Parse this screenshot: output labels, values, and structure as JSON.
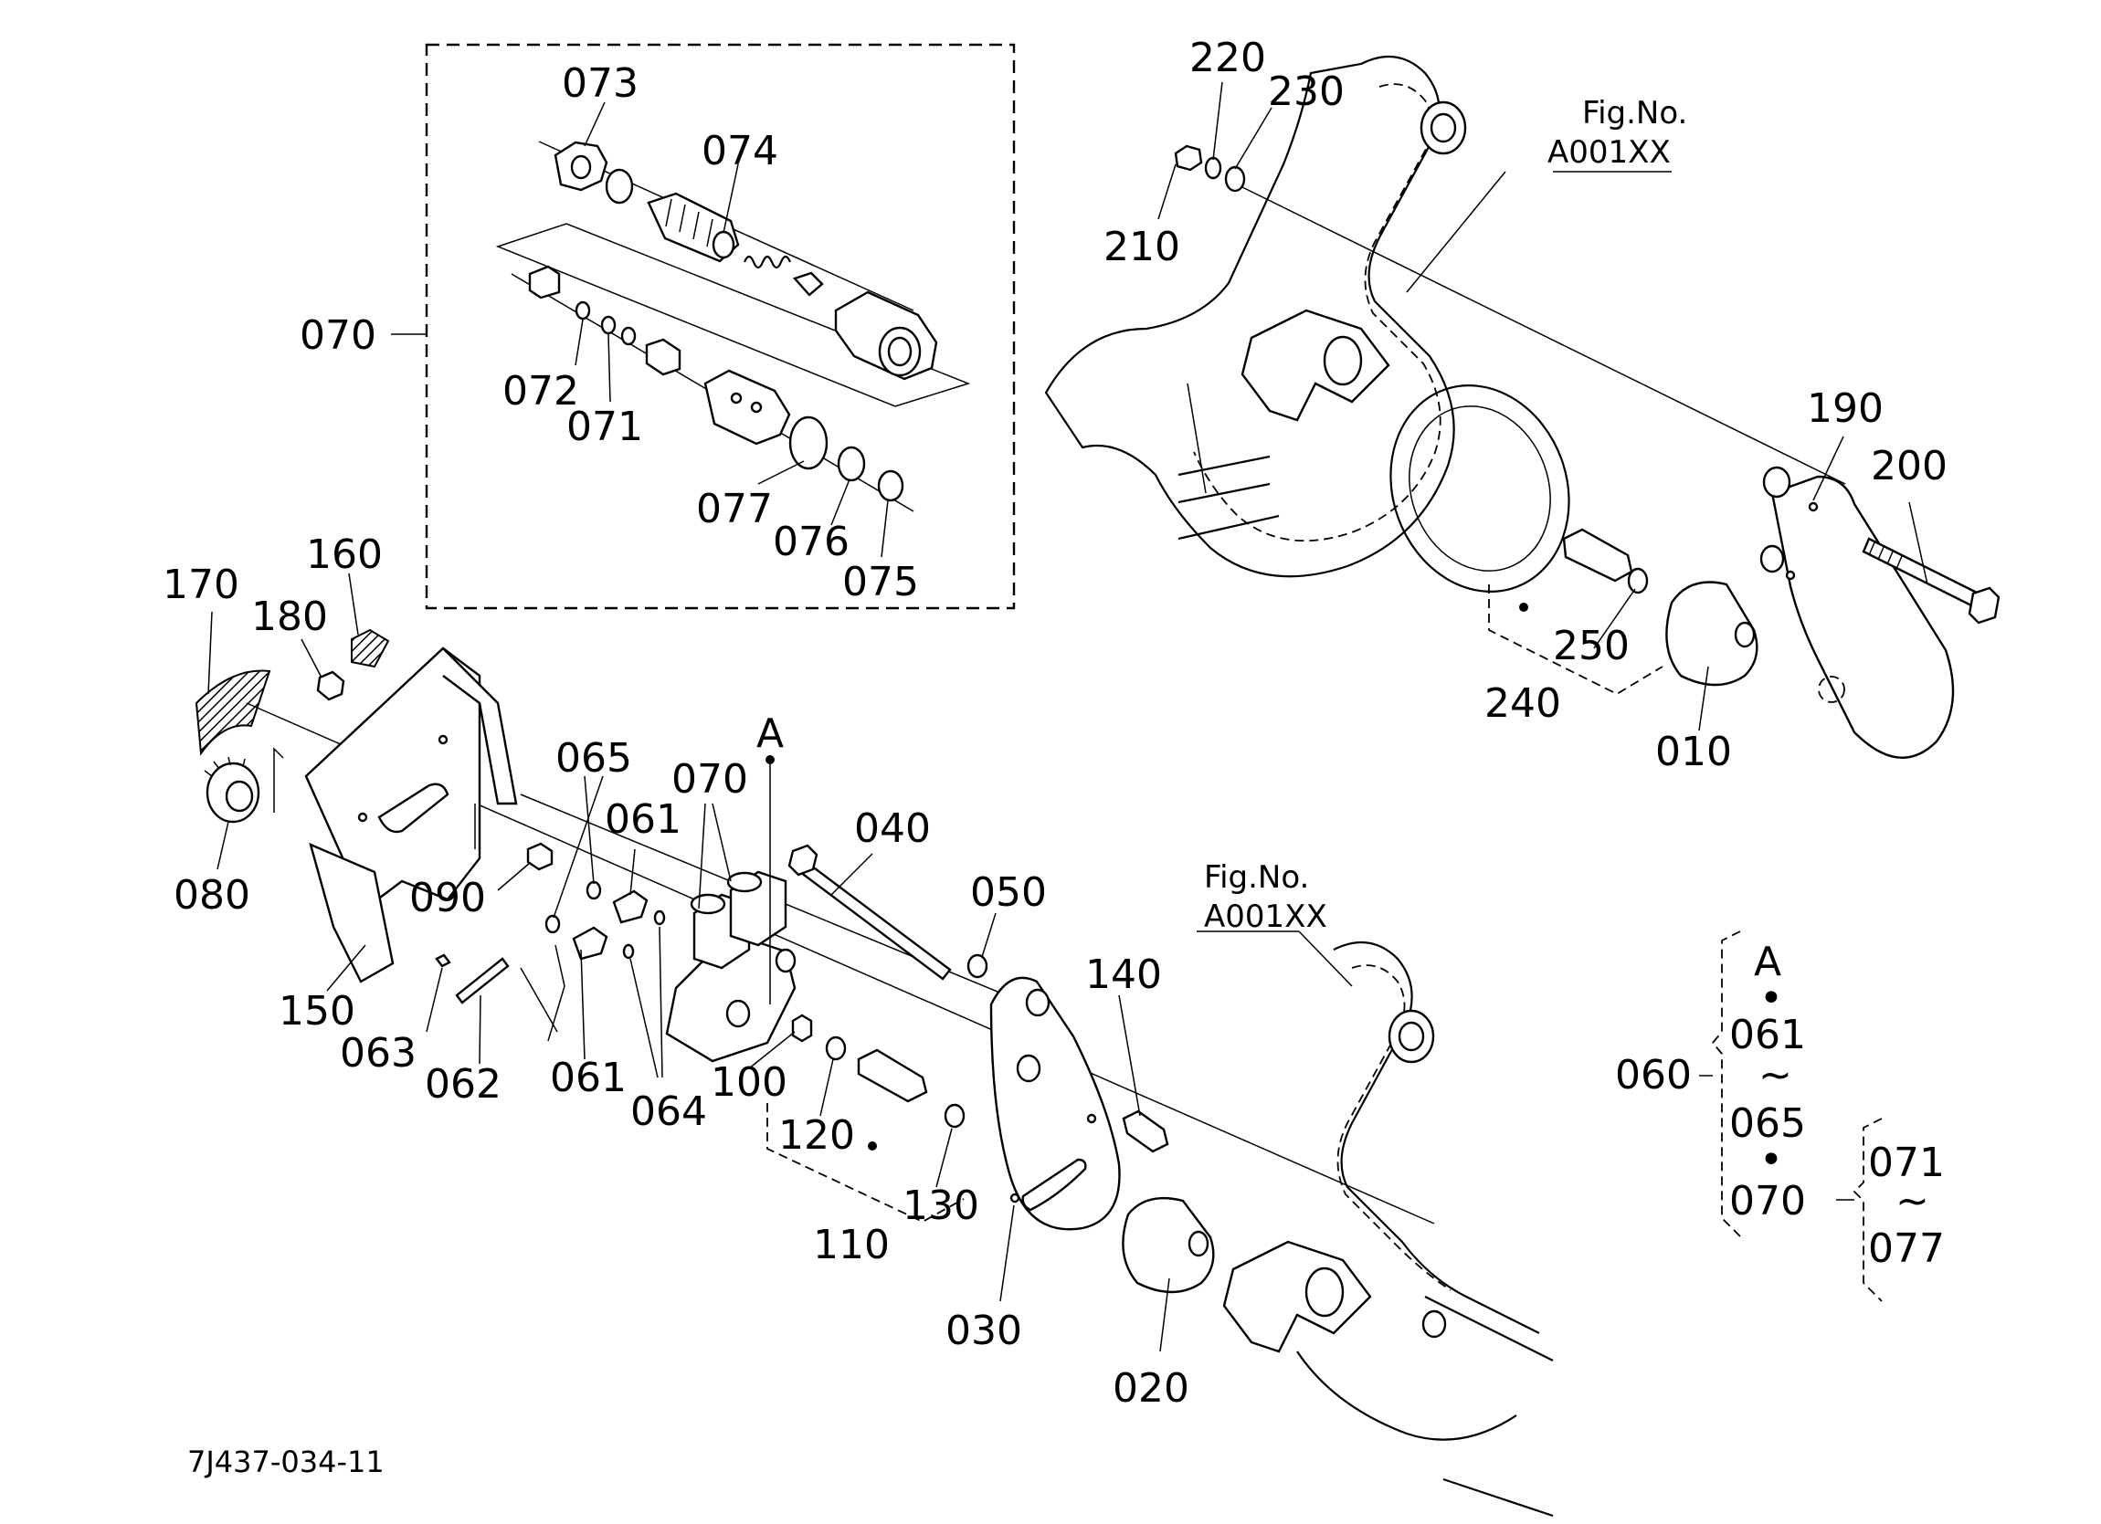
{
  "labels": {
    "p073": "073",
    "p074": "074",
    "p070_top": "070",
    "p072": "072",
    "p071": "071",
    "p077": "077",
    "p076": "076",
    "p075": "075",
    "p220": "220",
    "p230": "230",
    "p210": "210",
    "fig_top_1": "Fig.No.",
    "fig_top_2": "A001XX",
    "p190": "190",
    "p200": "200",
    "p250": "250",
    "p240": "240",
    "p010": "010",
    "p170": "170",
    "p160": "160",
    "p180": "180",
    "p080": "080",
    "p150": "150",
    "p065": "065",
    "p070_mid": "070",
    "pA": "A",
    "p061_a": "061",
    "p090": "090",
    "p040": "040",
    "p050": "050",
    "p140": "140",
    "fig_bot_1": "Fig.No.",
    "fig_bot_2": "A001XX",
    "p063": "063",
    "p062": "062",
    "p061_b": "061",
    "p064": "064",
    "p100": "100",
    "p120": "120",
    "p130": "130",
    "p110": "110",
    "p030": "030",
    "p020": "020"
  },
  "legend": {
    "group": "060",
    "marker_a": "A",
    "dot1": "•",
    "from1": "061",
    "tilde1": "~",
    "to1": "065",
    "dot2": "•",
    "sub_group": "070",
    "from2": "071",
    "tilde2": "~",
    "to2": "077"
  },
  "code": "7J437-034-11"
}
